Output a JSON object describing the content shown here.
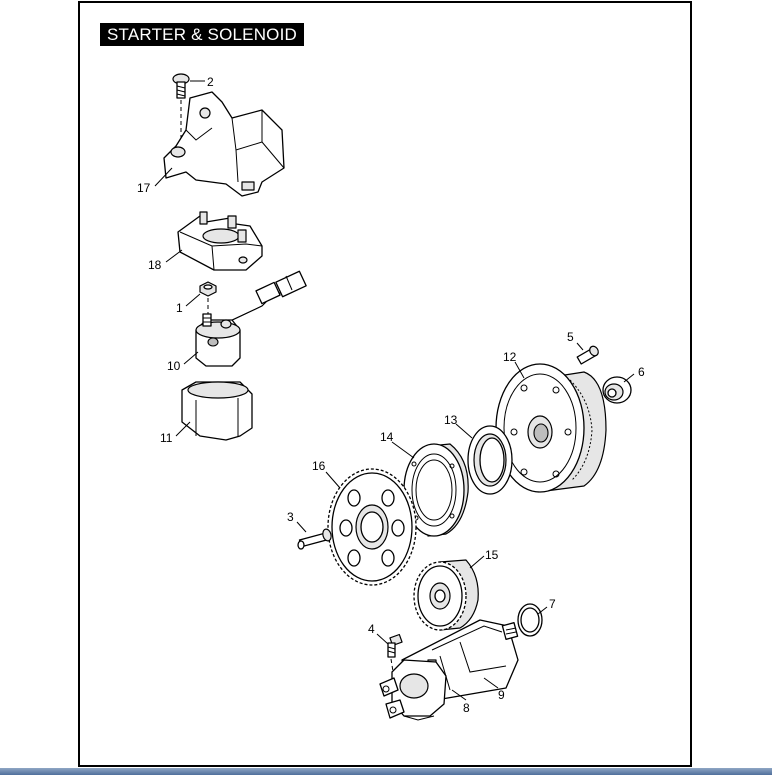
{
  "diagram": {
    "title": "STARTER & SOLENOID",
    "callouts": {
      "c1": "1",
      "c2": "2",
      "c3": "3",
      "c4": "4",
      "c5": "5",
      "c6": "6",
      "c7": "7",
      "c8": "8",
      "c9": "9",
      "c10": "10",
      "c11": "11",
      "c12": "12",
      "c13": "13",
      "c14": "14",
      "c15": "15",
      "c16": "16",
      "c17": "17",
      "c18": "18"
    }
  }
}
